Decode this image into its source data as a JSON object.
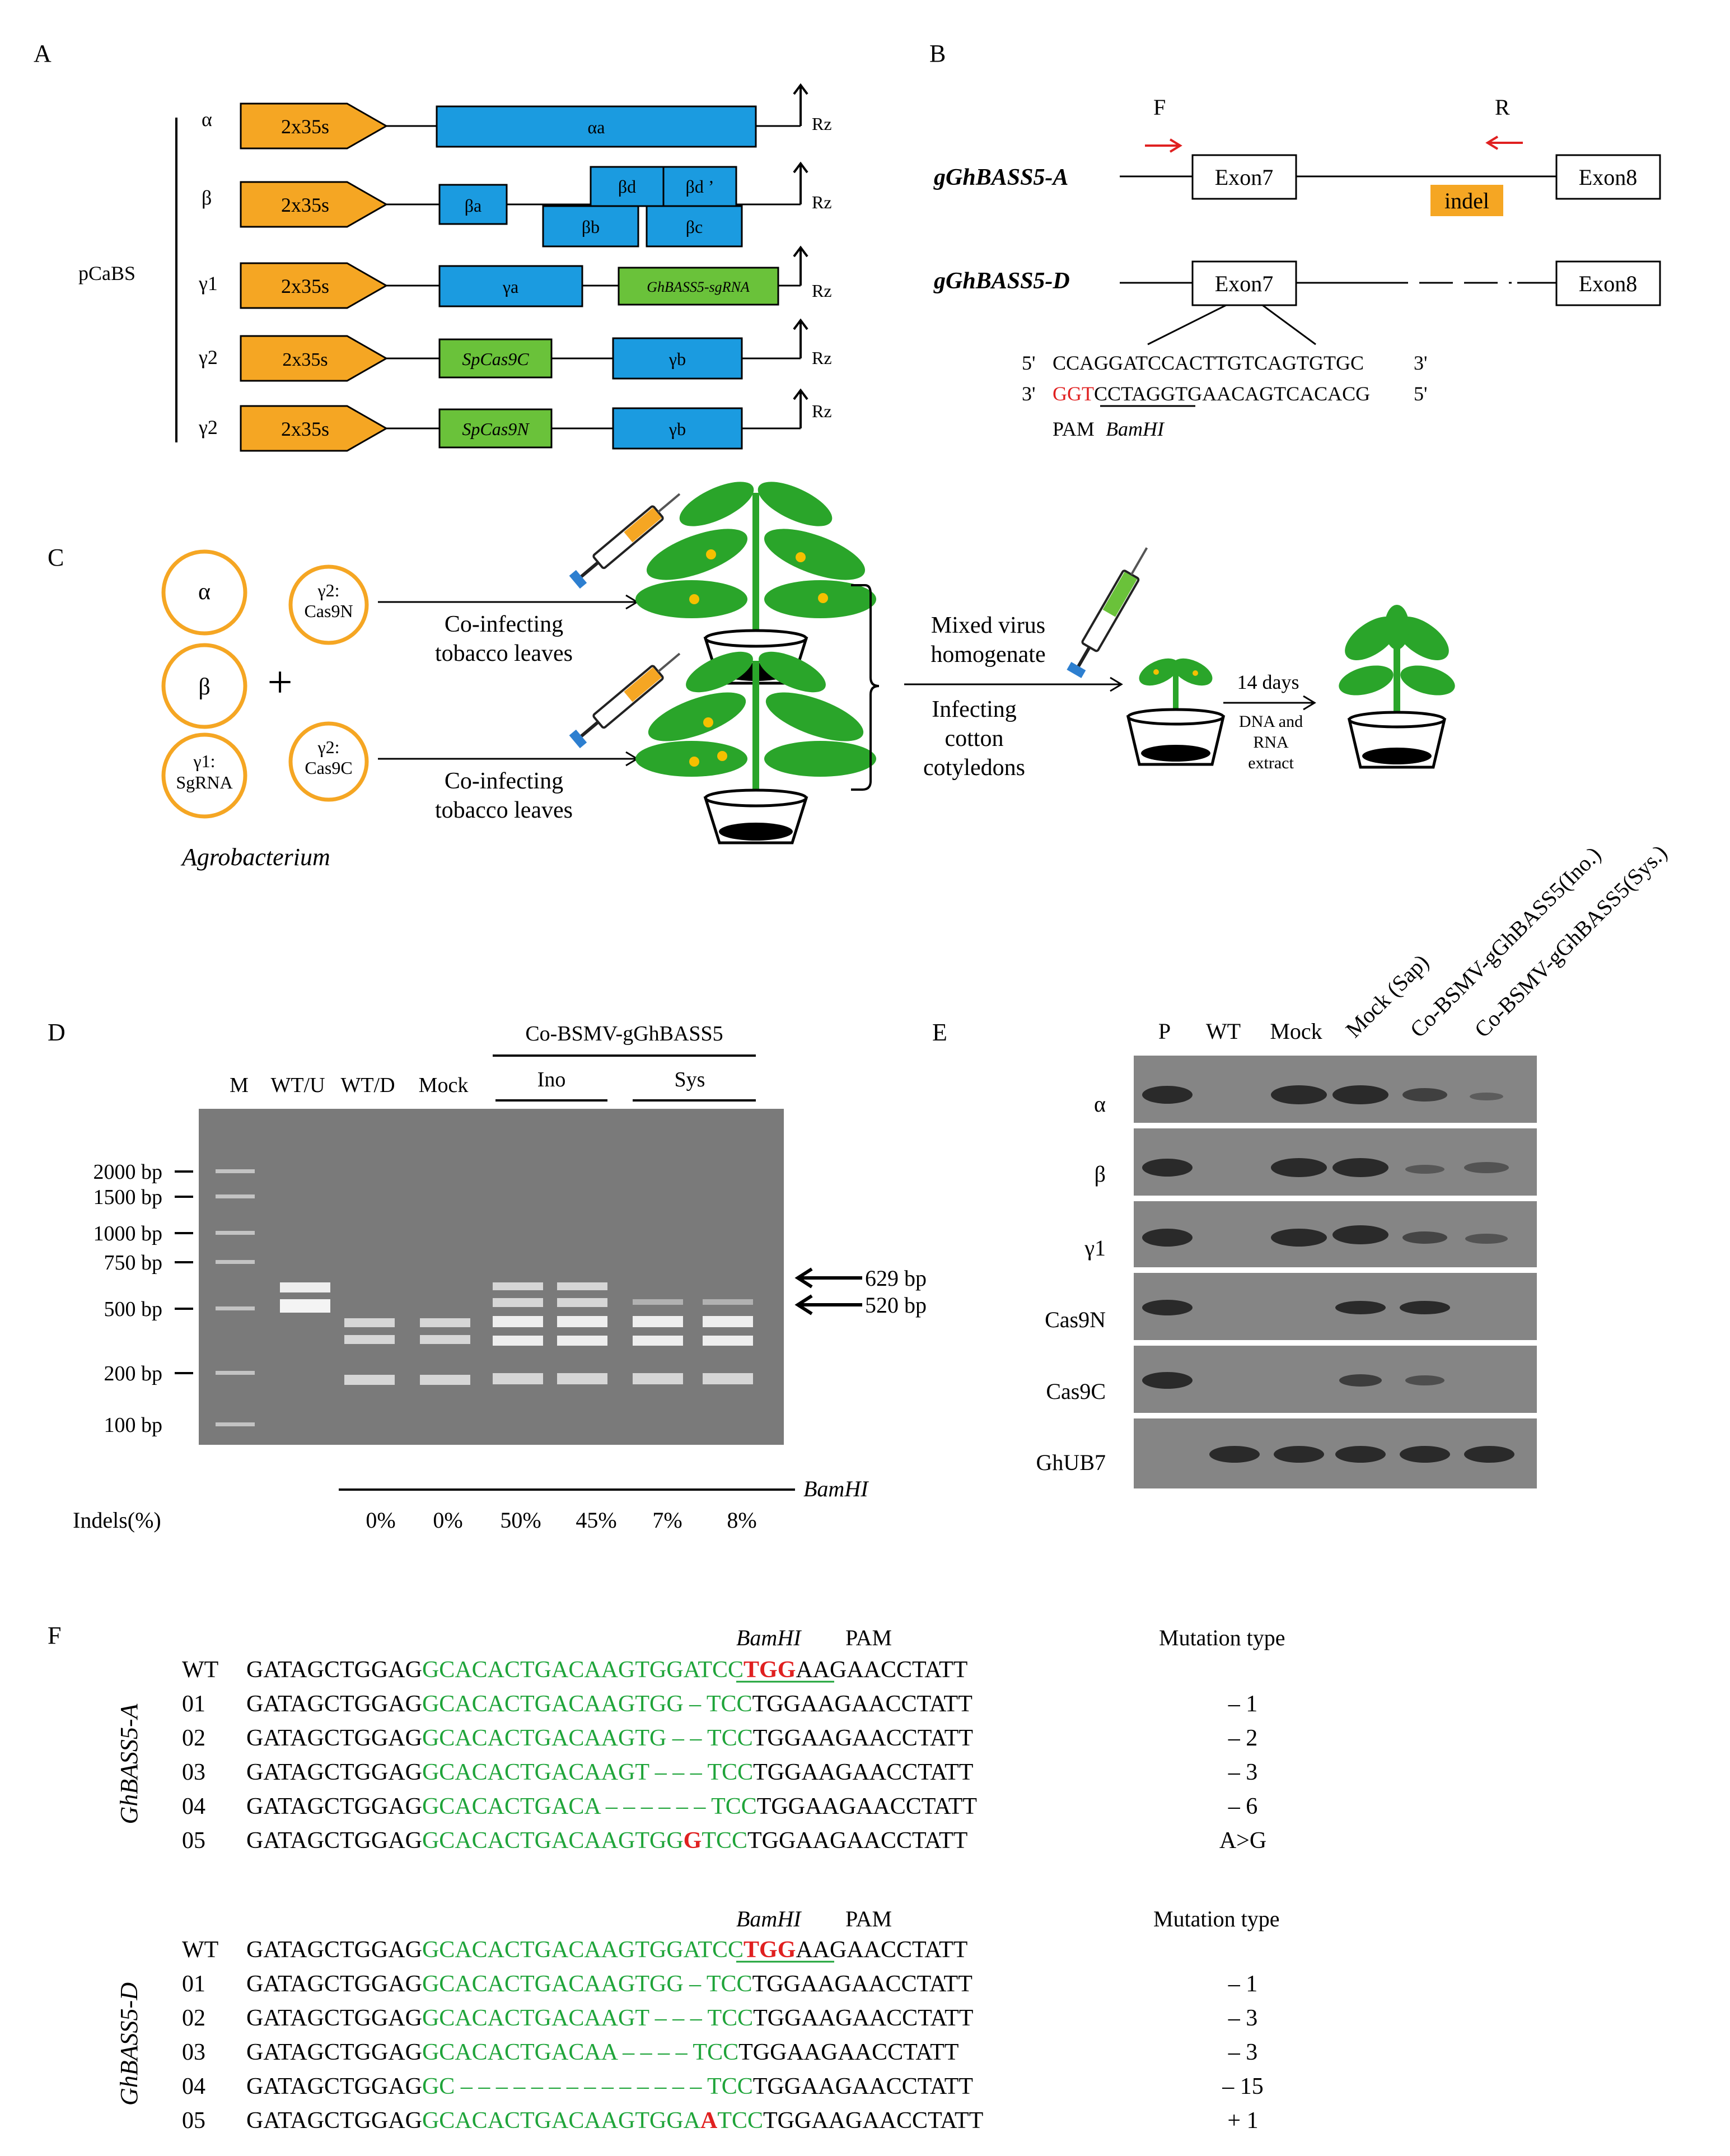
{
  "panels": {
    "A": {
      "letter": "A",
      "group_label": "pCaBS",
      "promoter": "2x35s",
      "terminator": "Rz",
      "rows": [
        {
          "name": "α",
          "genes": [
            "αa"
          ]
        },
        {
          "name": "β",
          "genes": [
            "βa",
            "βd",
            "βd ʼ",
            "βb",
            "βc"
          ]
        },
        {
          "name": "γ1",
          "genes": [
            "γa",
            "GhBASS5-sgRNA"
          ]
        },
        {
          "name": "γ2",
          "genes": [
            "SpCas9C",
            "γb"
          ]
        },
        {
          "name": "γ2",
          "genes": [
            "SpCas9N",
            "γb"
          ]
        }
      ]
    },
    "B": {
      "letter": "B",
      "primer_f": "F",
      "primer_r": "R",
      "gene_a": "gGhBASS5-A",
      "gene_d": "gGhBASS5-D",
      "exon7": "Exon7",
      "exon8": "Exon8",
      "indel": "indel",
      "seq_top_5": "5'",
      "seq_top": "CCAGGATCCACTTGTCAGTGTGC",
      "seq_top_3": "3'",
      "seq_bot_3": "3'",
      "seq_bot_pam": "GGT",
      "seq_bot_rest": "CCTAGGTGAACAGTCACACG",
      "seq_bot_5": "5'",
      "pam_label": "PAM",
      "enzyme_label": "BamHI"
    },
    "C": {
      "letter": "C",
      "circle_alpha": "α",
      "circle_beta": "β",
      "circle_g1_a": "γ1:",
      "circle_g1_b": "SgRNA",
      "circle_g2n_a": "γ2:",
      "circle_g2n_b": "Cas9N",
      "circle_g2c_a": "γ2:",
      "circle_g2c_b": "Cas9C",
      "plus": "+",
      "agrobacterium": "Agrobacterium",
      "coinfect_1a": "Co-infecting",
      "coinfect_1b": "tobacco leaves",
      "coinfect_2a": "Co-infecting",
      "coinfect_2b": "tobacco leaves",
      "mixed_1": "Mixed virus",
      "mixed_2": "homogenate",
      "infect_1": "Infecting",
      "infect_2": "cotton",
      "infect_3": "cotyledons",
      "days": "14 days",
      "extract_1": "DNA and",
      "extract_2": "RNA",
      "extract_3": "extract"
    },
    "D": {
      "letter": "D",
      "group_title": "Co-BSMV-gGhBASS5",
      "ino": "Ino",
      "sys": "Sys",
      "lanes": [
        "M",
        "WT/U",
        "WT/D",
        "Mock"
      ],
      "ladder": [
        "2000 bp",
        "1500 bp",
        "1000 bp",
        "750 bp",
        "500 bp",
        "200 bp",
        "100 bp"
      ],
      "band_629": "629 bp",
      "band_520": "520 bp",
      "enzyme": "BamHI",
      "indels_label": "Indels(%)",
      "indels": [
        "0%",
        "0%",
        "50%",
        "45%",
        "7%",
        "8%"
      ]
    },
    "E": {
      "letter": "E",
      "lanes": [
        "P",
        "WT",
        "Mock",
        "Mock (Sap)",
        "Co-BSMV-gGhBASS5(Ino.)",
        "Co-BSMV-gGhBASS5(Sys.)"
      ],
      "rows": [
        "α",
        "β",
        "γ1",
        "Cas9N",
        "Cas9C",
        "GhUB7"
      ]
    },
    "F": {
      "letter": "F",
      "enzyme": "BamHI",
      "pam": "PAM",
      "mutation_type": "Mutation type",
      "block_a_gene": "GhBASS5-A",
      "block_d_gene": "GhBASS5-D",
      "block_a": [
        {
          "id": "WT",
          "seq": "GATAGCTGGAG|GCACACTGACAAGTGGATCC|TGG|AAGAACCTATT",
          "type": ""
        },
        {
          "id": "01",
          "seq": "GATAGCTGGAG|GCACACTGACAAGTGG – TCC|TGGAAGAACCTATT",
          "type": "– 1"
        },
        {
          "id": "02",
          "seq": "GATAGCTGGAG|GCACACTGACAAGTG – – TCC|TGGAAGAACCTATT",
          "type": "– 2"
        },
        {
          "id": "03",
          "seq": "GATAGCTGGAG|GCACACTGACAAGT – – – TCC|TGGAAGAACCTATT",
          "type": "– 3"
        },
        {
          "id": "04",
          "seq": "GATAGCTGGAG|GCACACTGACA – – – – – – TCC|TGGAAGAACCTATT",
          "type": "– 6"
        },
        {
          "id": "05",
          "seq": "GATAGCTGGAG|GCACACTGACAAGTGG|G|TCC|TGGAAGAACCTATT",
          "type": "A>G"
        }
      ],
      "block_d": [
        {
          "id": "WT",
          "seq": "GATAGCTGGAG|GCACACTGACAAGTGGATCC|TGG|AAGAACCTATT",
          "type": ""
        },
        {
          "id": "01",
          "seq": "GATAGCTGGAG|GCACACTGACAAGTGG – TCC|TGGAAGAACCTATT",
          "type": "– 1"
        },
        {
          "id": "02",
          "seq": "GATAGCTGGAG|GCACACTGACAAGT – – – TCC|TGGAAGAACCTATT",
          "type": "– 3"
        },
        {
          "id": "03",
          "seq": "GATAGCTGGAG|GCACACTGACAA – – – – TCC|TGGAAGAACCTATT",
          "type": "– 3"
        },
        {
          "id": "04",
          "seq": "GATAGCTGGAG|GC – – – – – – – – – – – – – – TCC|TGGAAGAACCTATT",
          "type": "– 15"
        },
        {
          "id": "05",
          "seq": "GATAGCTGGAG|GCACACTGACAAGTGGA|A|TCC|TGGAAGAACCTATT",
          "type": "+ 1"
        }
      ]
    }
  },
  "colors": {
    "promoter": "#f5a623",
    "gene_blue": "#1b9be0",
    "gene_green": "#6ac23a",
    "seq_green": "#1fa43a",
    "mut_red": "#e02020",
    "arrow_red": "#e02020",
    "gel_bg": "#777777"
  }
}
